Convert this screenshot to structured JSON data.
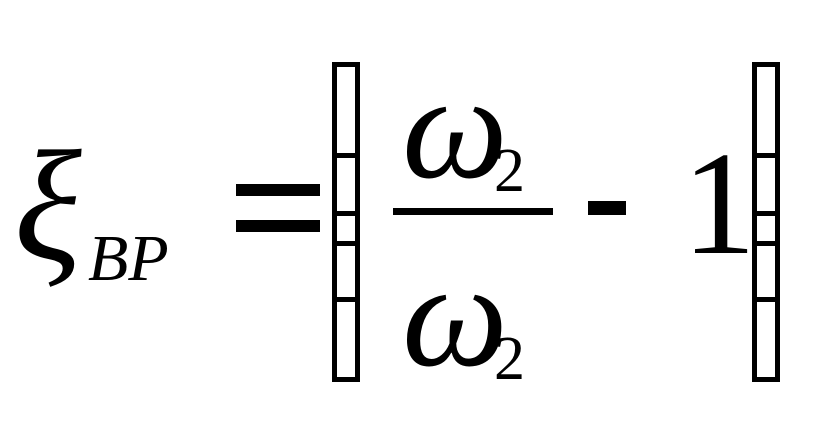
{
  "formula": {
    "lhs_symbol": "ξ",
    "lhs_subscript": "BP",
    "numerator_symbol": "ω",
    "numerator_subscript": "2",
    "denominator_symbol": "ω",
    "denominator_subscript": "2",
    "constant": "1"
  }
}
